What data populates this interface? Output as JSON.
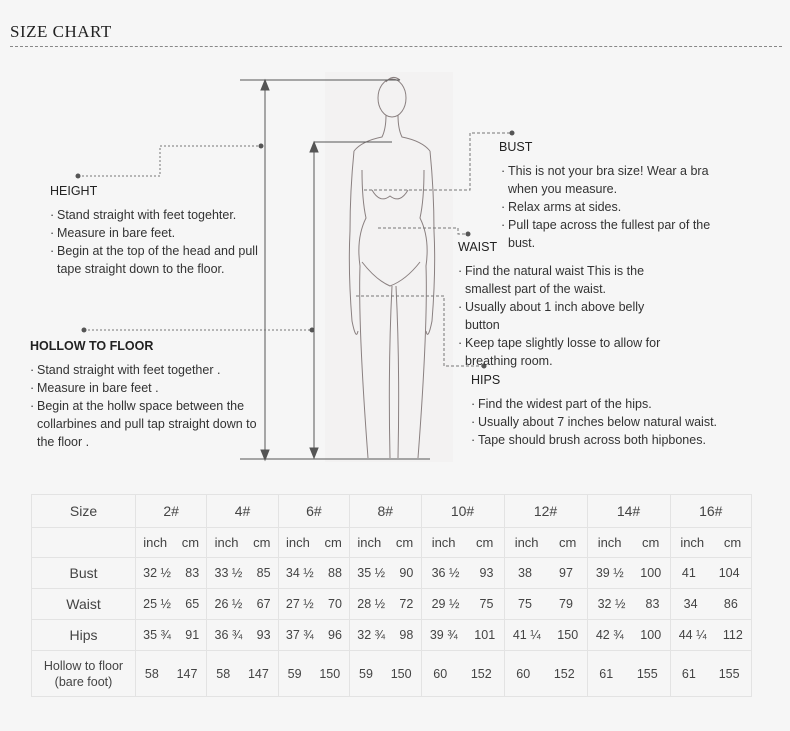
{
  "title": "SIZE CHART",
  "sections": {
    "height": {
      "heading": "HEIGHT",
      "lines": [
        "Stand straight with feet togehter.",
        "Measure in bare feet.",
        "Begin at the top of the head and pull tape straight down to the floor."
      ]
    },
    "hollow": {
      "heading": "HOLLOW TO FLOOR",
      "lines": [
        "Stand straight with feet together .",
        "Measure in bare feet .",
        "Begin at the hollw space between the collarbines and pull tap straight down to the floor ."
      ]
    },
    "bust": {
      "heading": "BUST",
      "lines": [
        "This is not your bra size! Wear a bra when you measure.",
        "Relax arms at sides.",
        "Pull tape across the fullest par of the bust."
      ]
    },
    "waist": {
      "heading": "WAIST",
      "lines": [
        "Find the natural waist This is the smallest part of the waist.",
        "Usually about 1 inch above belly button",
        "Keep tape slightly losse to allow for breathing room."
      ]
    },
    "hips": {
      "heading": "HIPS",
      "lines": [
        "Find the widest part of the hips.",
        "Usually about 7 inches below natural waist.",
        "Tape should brush across both hipbones."
      ]
    }
  },
  "table": {
    "size_label": "Size",
    "sizes": [
      "2#",
      "4#",
      "6#",
      "8#",
      "10#",
      "12#",
      "14#",
      "16#"
    ],
    "unit_inch": "inch",
    "unit_cm": "cm",
    "rows": [
      {
        "label": "Bust",
        "values": [
          [
            "32 ½",
            "83"
          ],
          [
            "33 ½",
            "85"
          ],
          [
            "34 ½",
            "88"
          ],
          [
            "35 ½",
            "90"
          ],
          [
            "36 ½",
            "93"
          ],
          [
            "38",
            "97"
          ],
          [
            "39 ½",
            "100"
          ],
          [
            "41",
            "104"
          ]
        ]
      },
      {
        "label": "Waist",
        "values": [
          [
            "25 ½",
            "65"
          ],
          [
            "26 ½",
            "67"
          ],
          [
            "27 ½",
            "70"
          ],
          [
            "28 ½",
            "72"
          ],
          [
            "29 ½",
            "75"
          ],
          [
            "75",
            "79"
          ],
          [
            "32 ½",
            "83"
          ],
          [
            "34",
            "86"
          ]
        ]
      },
      {
        "label": "Hips",
        "values": [
          [
            "35 ¾",
            "91"
          ],
          [
            "36 ¾",
            "93"
          ],
          [
            "37 ¾",
            "96"
          ],
          [
            "32 ¾",
            "98"
          ],
          [
            "39 ¾",
            "101"
          ],
          [
            "41 ¼",
            "150"
          ],
          [
            "42 ¾",
            "100"
          ],
          [
            "44 ¼",
            "112"
          ]
        ]
      },
      {
        "label": "Hollow to floor\n(bare foot)",
        "values": [
          [
            "58",
            "147"
          ],
          [
            "58",
            "147"
          ],
          [
            "59",
            "150"
          ],
          [
            "59",
            "150"
          ],
          [
            "60",
            "152"
          ],
          [
            "60",
            "152"
          ],
          [
            "61",
            "155"
          ],
          [
            "61",
            "155"
          ]
        ]
      }
    ]
  }
}
